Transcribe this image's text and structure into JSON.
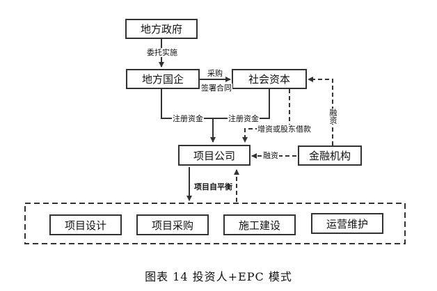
{
  "nodes": {
    "local_gov": "地方政府",
    "local_soe": "地方国企",
    "social_capital": "社会资本",
    "project_company": "项目公司",
    "financial_institution": "金融机构",
    "project_design": "项目设计",
    "project_procurement": "项目采购",
    "construction": "施工建设",
    "operation_maintenance": "运营维护"
  },
  "edge_labels": {
    "entrust": "委托实施",
    "procure": "采购",
    "sign_contract": "签署合同",
    "reg_capital_soe": "注册资金",
    "reg_capital_social": "注册资金",
    "equity_loan": "增资或股东借款",
    "financing_right": "融资",
    "financing_left": "融资",
    "self_balance": "项目自平衡"
  },
  "caption": "图表 14 投资人+EPC 模式"
}
